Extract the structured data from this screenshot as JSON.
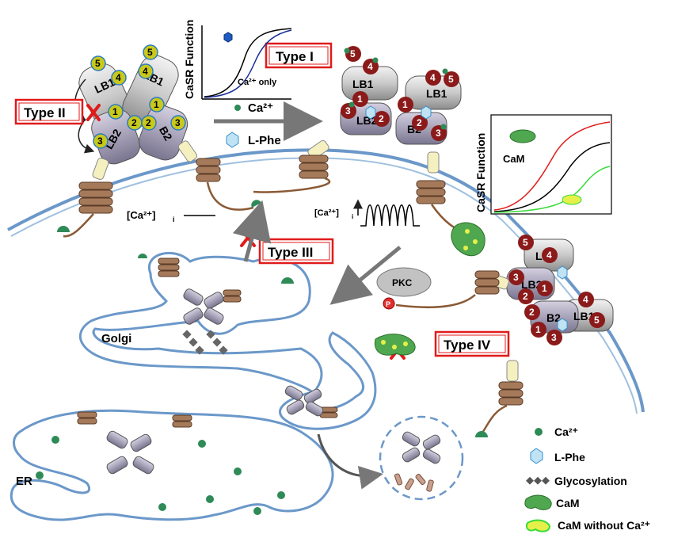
{
  "types": {
    "type1": "Type I",
    "type2": "Type II",
    "type3": "Type III",
    "type4": "Type IV"
  },
  "graph1": {
    "ylabel": "CaSR Function",
    "curve_label": "Ca²⁺ only"
  },
  "graph2": {
    "ylabel": "CaSR Function",
    "cam_label": "CaM"
  },
  "domains": {
    "lb1": "LB1",
    "lb2": "LB2",
    "b2": "B2",
    "site1": "1",
    "site2": "2",
    "site3": "3",
    "site4": "4",
    "site5": "5"
  },
  "arrow_labels": {
    "ca": "Ca²⁺",
    "lphe": "L-Phe"
  },
  "cytosol": {
    "ca_i": "[Ca²⁺]",
    "ca_i_sub": "i"
  },
  "organelles": {
    "golgi": "Golgi",
    "er": "ER"
  },
  "kinase": {
    "pkc": "PKC",
    "p": "P"
  },
  "legend": {
    "items": [
      {
        "label": "Ca²⁺",
        "icon": "green-dot-icon"
      },
      {
        "label": "L-Phe",
        "icon": "blue-hexagon-icon"
      },
      {
        "label": "Glycosylation",
        "icon": "gray-diamond-chain-icon"
      },
      {
        "label": "CaM",
        "icon": "cam-icon"
      },
      {
        "label": "CaM without Ca²⁺",
        "icon": "cam-empty-icon"
      }
    ]
  },
  "colors": {
    "calcium": "#2e8b57",
    "lphe": "#7ec8e3",
    "site_yellow": "#c9c91c",
    "site_red": "#8b1a1a",
    "membrane": "#6b98c9",
    "type_box": "#e01b1b"
  }
}
